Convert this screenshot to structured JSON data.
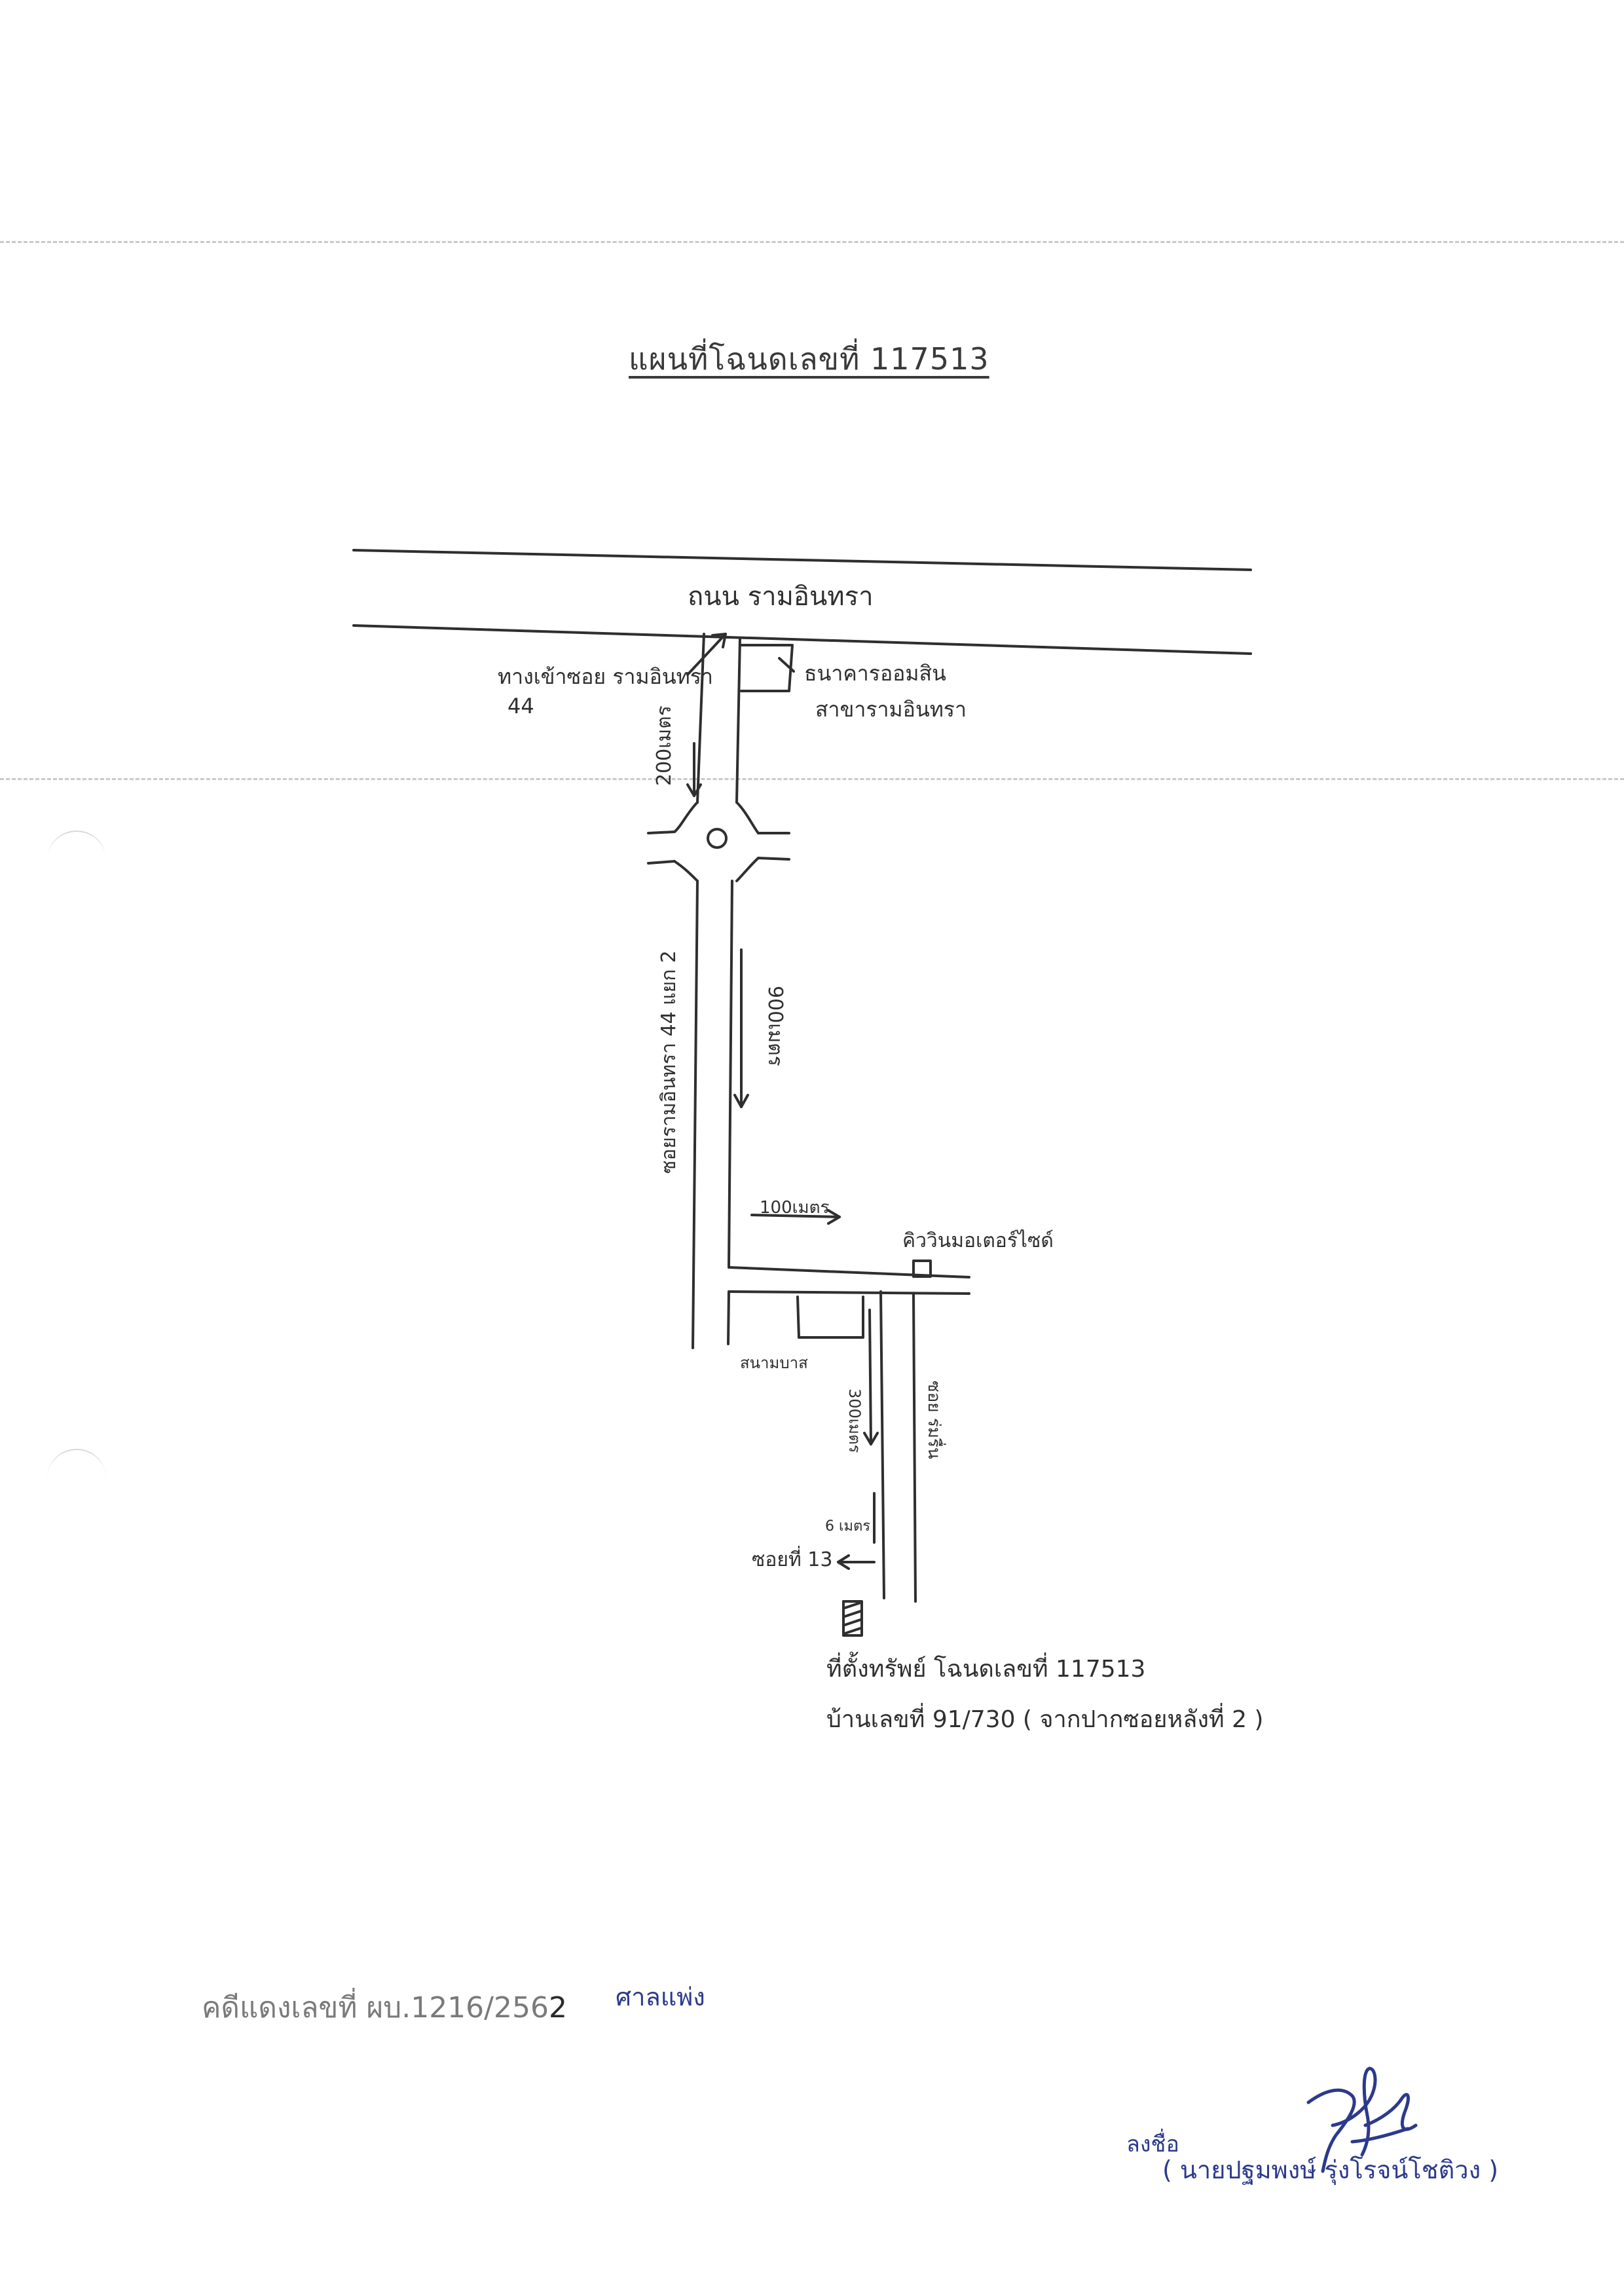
{
  "title": "แผนที่โฉนดเลขที่ 117513",
  "map": {
    "main_road_label": "ถนน รามอินทรา",
    "entrance_label_line1": "ทางเข้าซอย รามอินทรา",
    "entrance_label_line2": "44",
    "bank_label_line1": "ธนาคารออมสิน",
    "bank_label_line2": "สาขารามอินทรา",
    "distance_200": "200เมตร",
    "distance_900": "900เมตร",
    "soi_label": "ซอยรามอินทรา 44 แยก 2",
    "distance_100": "100เมตร",
    "landmark_shop": "คิววินมอเตอร์ไซด์",
    "park_label": "สนามบาส",
    "distance_300": "300เมตร",
    "soi_branch_label": "ซอย ร่มรื่น",
    "distance_6": "6 เมตร",
    "soi_13_label": "ซอยที่ 13",
    "property_line1": "ที่ตั้งทรัพย์ โฉนดเลขที่ 117513",
    "property_line2": "บ้านเลขที่ 91/730 ( จากปากซอยหลังที่ 2 )"
  },
  "case": {
    "prefix": "คดีแดงเลขที่ ผบ.1216/256",
    "last_digit": "2",
    "court_note": "ศาลแพ่ง"
  },
  "signature": {
    "sign_label": "ลงชื่อ",
    "signer_name": "( นายปฐมพงษ์ รุ่งโรจน์โชติวง )"
  },
  "colors": {
    "ink": "#2f2f2f",
    "pen_blue": "#2c3a8c",
    "typed_gray": "#7a7a7a"
  }
}
